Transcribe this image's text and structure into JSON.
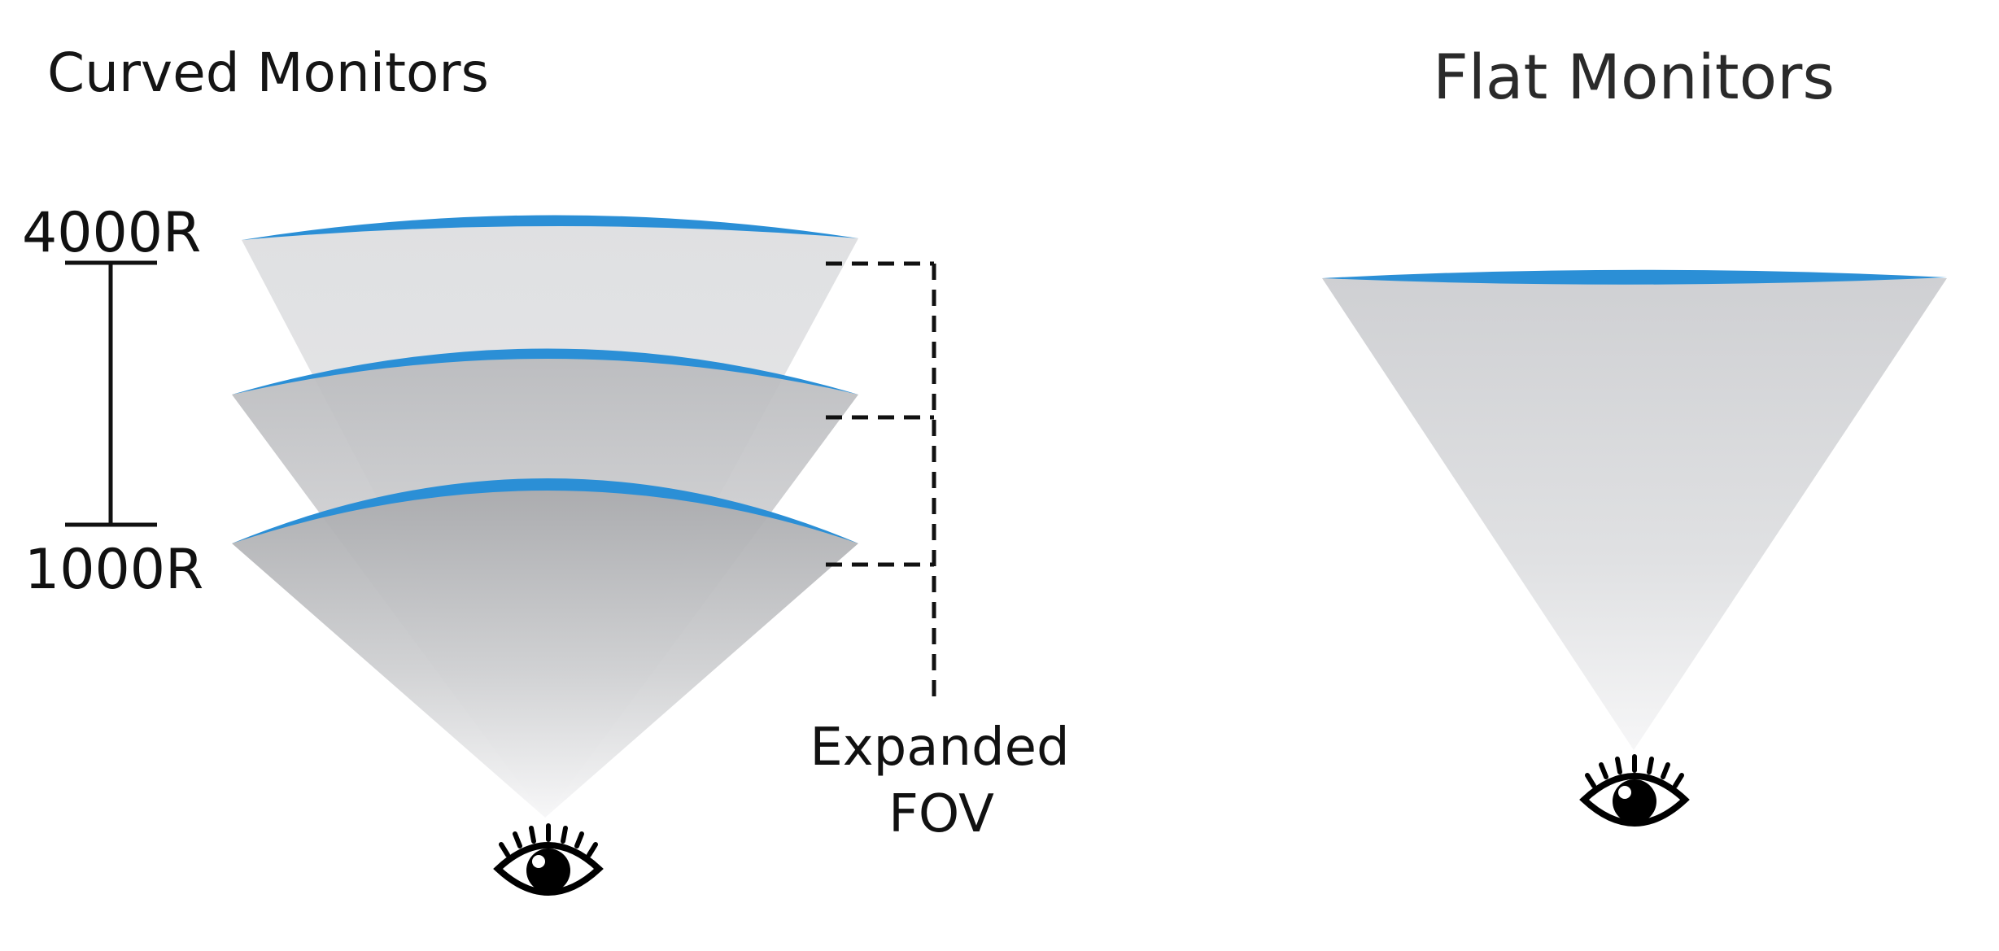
{
  "titles": {
    "curved": "Curved Monitors",
    "flat": "Flat Monitors"
  },
  "scale": {
    "top_label": "4000R",
    "bottom_label": "1000R"
  },
  "fov": {
    "line1": "Expanded",
    "line2": "FOV"
  },
  "icons": {
    "curved_eye": "eye-icon",
    "flat_eye": "eye-icon"
  },
  "colors": {
    "screen_blue": "#2b8fd6",
    "cone_dark": "#a9aaad",
    "cone_light": "#e4e5e7",
    "line": "#111111"
  }
}
